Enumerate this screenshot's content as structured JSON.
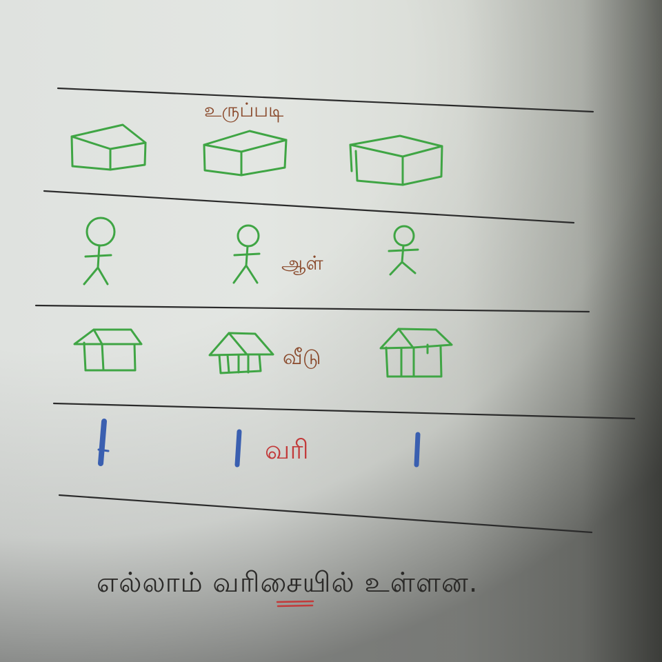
{
  "row_labels": {
    "row1": "உருப்படி",
    "row2": "ஆள்",
    "row3": "வீடு",
    "row4": "வரி"
  },
  "caption": "எல்லாம் வரிசையில் உள்ளன.",
  "colors": {
    "ink_green": "#3fa544",
    "ink_brown": "#8a4a2c",
    "ink_red": "#c23a3a",
    "ink_blue": "#3a5fb0",
    "rule_lines": "#2a2a2a"
  },
  "icons": [
    "box-icon",
    "stick-figure-icon",
    "house-icon",
    "vertical-bar-icon"
  ]
}
